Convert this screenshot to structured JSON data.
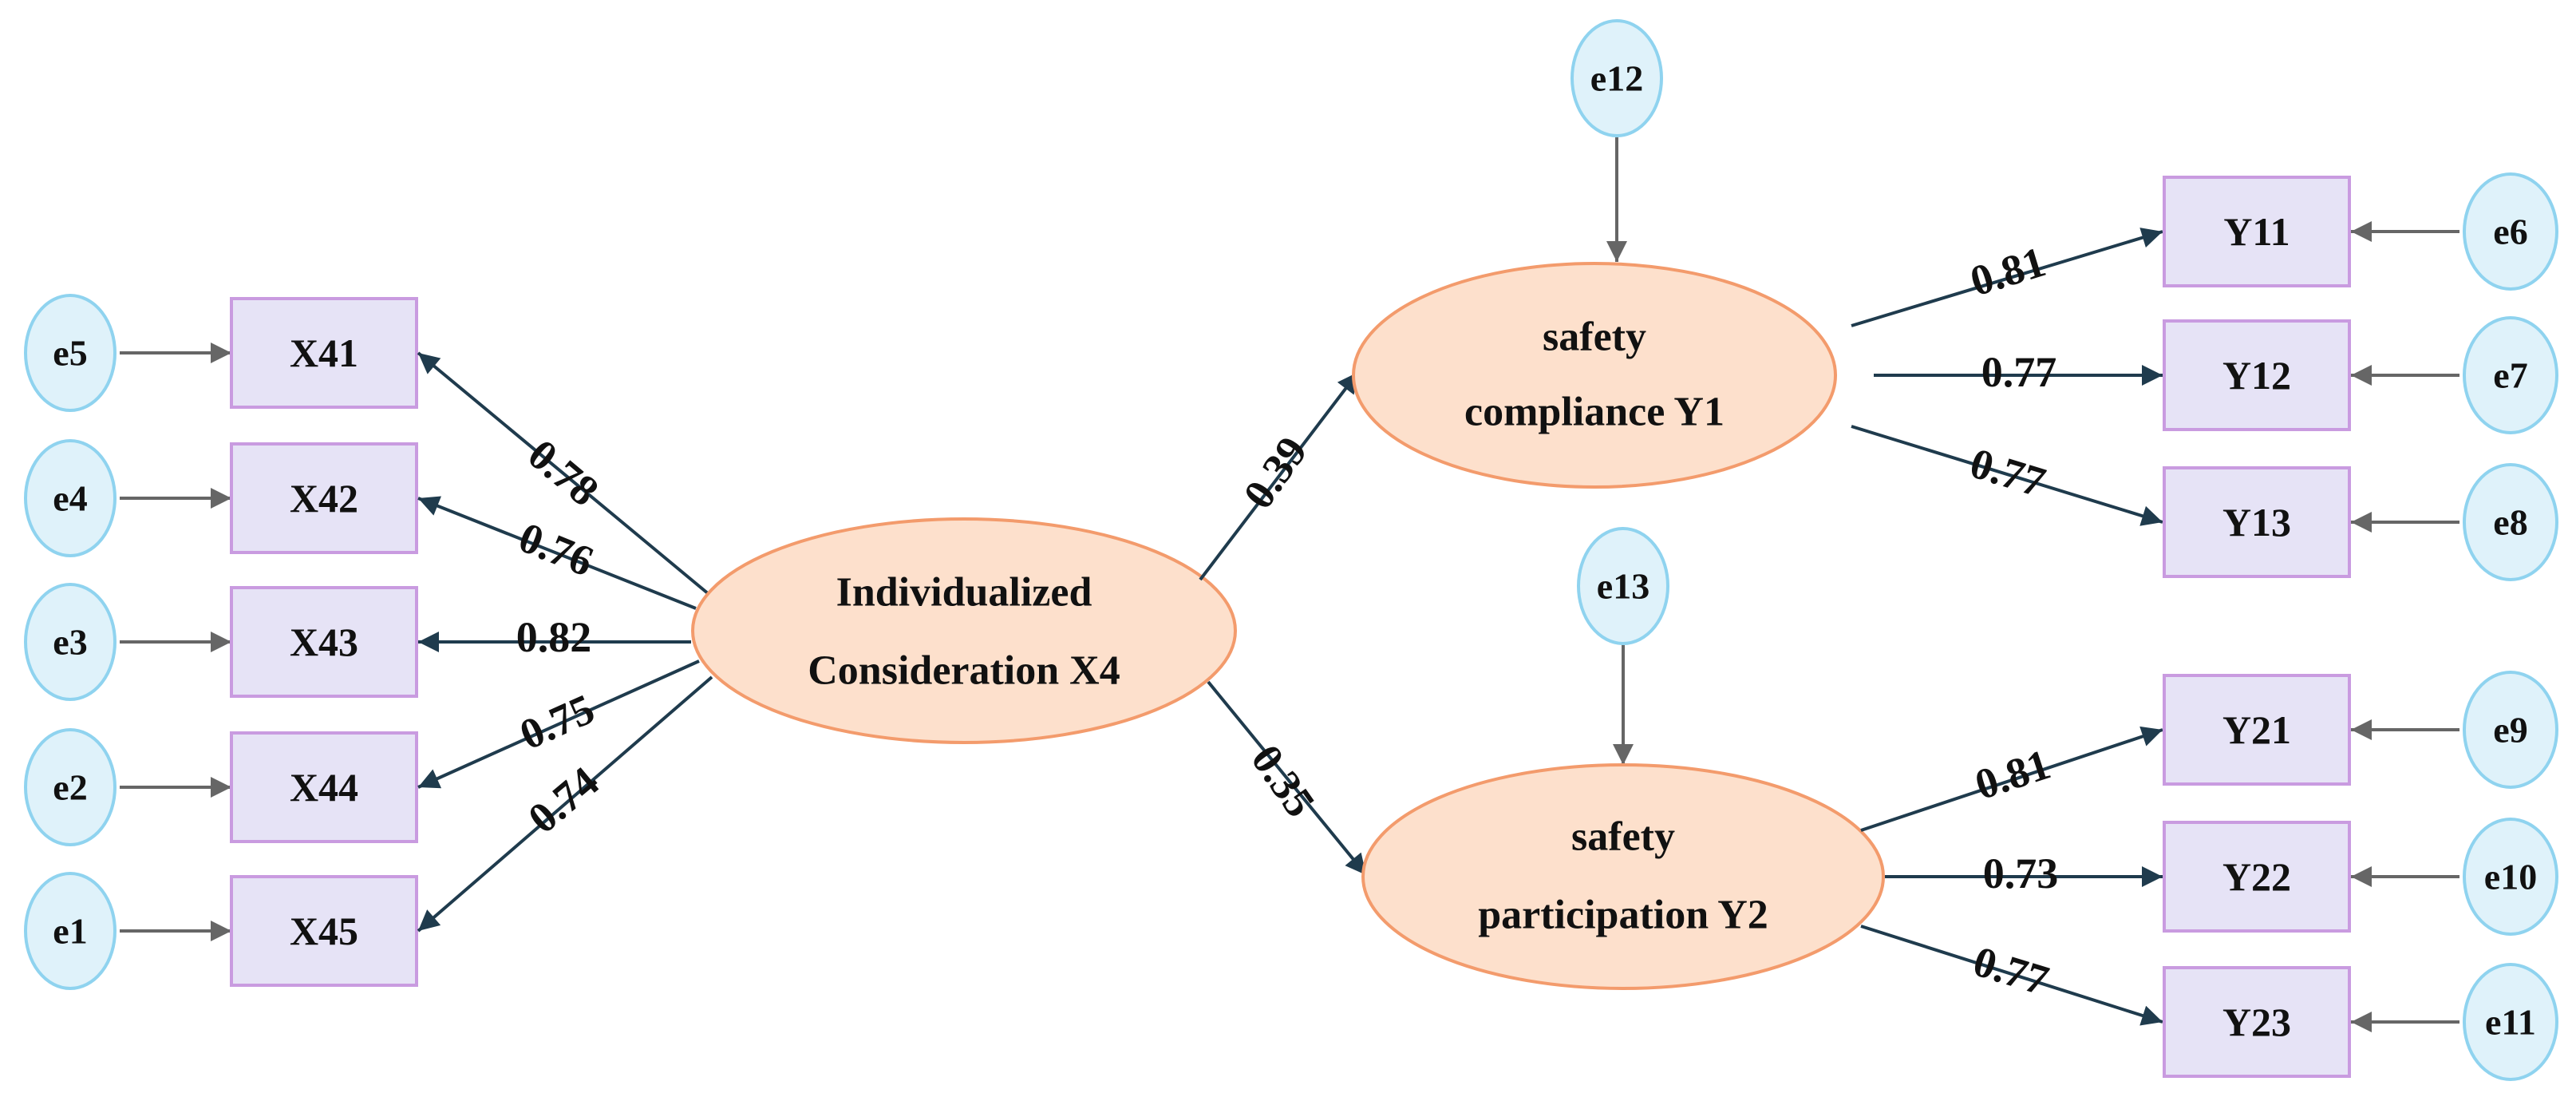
{
  "colors": {
    "error_fill": "#dff2fa",
    "error_stroke": "#8fd3ef",
    "box_fill": "#e6e3f6",
    "box_stroke": "#c99be0",
    "latent_fill": "#fde0cc",
    "latent_stroke": "#f39b6c",
    "error_arrow": "#666666",
    "path_arrow": "#1f3b4d"
  },
  "latents": {
    "x4": {
      "line1": "Individualized",
      "line2": "Consideration X4"
    },
    "y1": {
      "line1": "safety",
      "line2": "compliance Y1"
    },
    "y2": {
      "line1": "safety",
      "line2": "participation Y2"
    }
  },
  "indicators": {
    "x41": "X41",
    "x42": "X42",
    "x43": "X43",
    "x44": "X44",
    "x45": "X45",
    "y11": "Y11",
    "y12": "Y12",
    "y13": "Y13",
    "y21": "Y21",
    "y22": "Y22",
    "y23": "Y23"
  },
  "errors": {
    "e1": "e1",
    "e2": "e2",
    "e3": "e3",
    "e4": "e4",
    "e5": "e5",
    "e6": "e6",
    "e7": "e7",
    "e8": "e8",
    "e9": "e9",
    "e10": "e10",
    "e11": "e11",
    "e12": "e12",
    "e13": "e13"
  },
  "loadings": {
    "x41": "0.78",
    "x42": "0.76",
    "x43": "0.82",
    "x44": "0.75",
    "x45": "0.74",
    "y11": "0.81",
    "y12": "0.77",
    "y13": "0.77",
    "y21": "0.81",
    "y22": "0.73",
    "y23": "0.77"
  },
  "paths": {
    "x4_to_y1": "0.39",
    "x4_to_y2": "0.35"
  }
}
